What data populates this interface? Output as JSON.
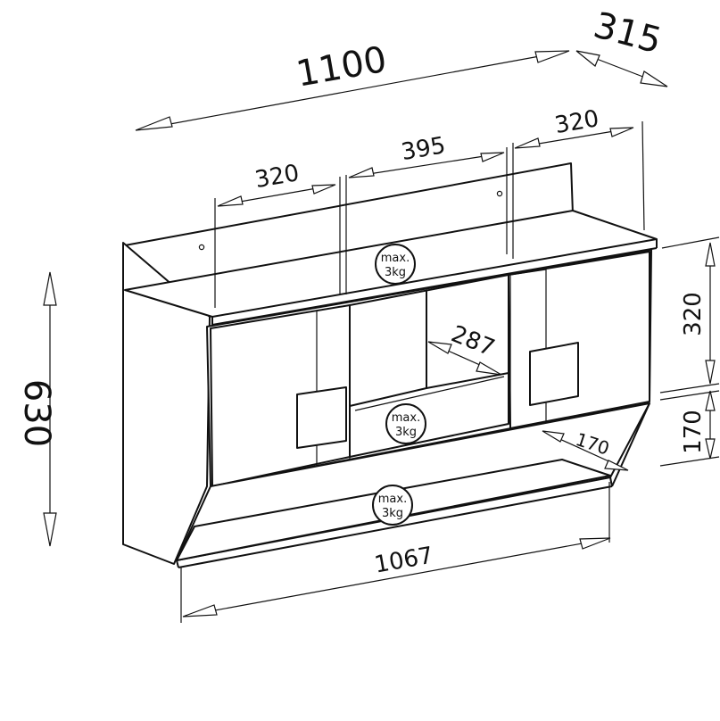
{
  "dimensions": {
    "total_width": "1100",
    "depth": "315",
    "height": "630",
    "left_section_width": "320",
    "middle_section_width": "395",
    "right_section_width": "320",
    "inner_depth": "287",
    "upper_height": "320",
    "lower_height": "170",
    "lower_depth": "170",
    "bottom_width": "1067"
  },
  "load_badges": [
    {
      "line1": "max.",
      "line2": "3kg"
    },
    {
      "line1": "max.",
      "line2": "3kg"
    },
    {
      "line1": "max.",
      "line2": "3kg"
    }
  ]
}
